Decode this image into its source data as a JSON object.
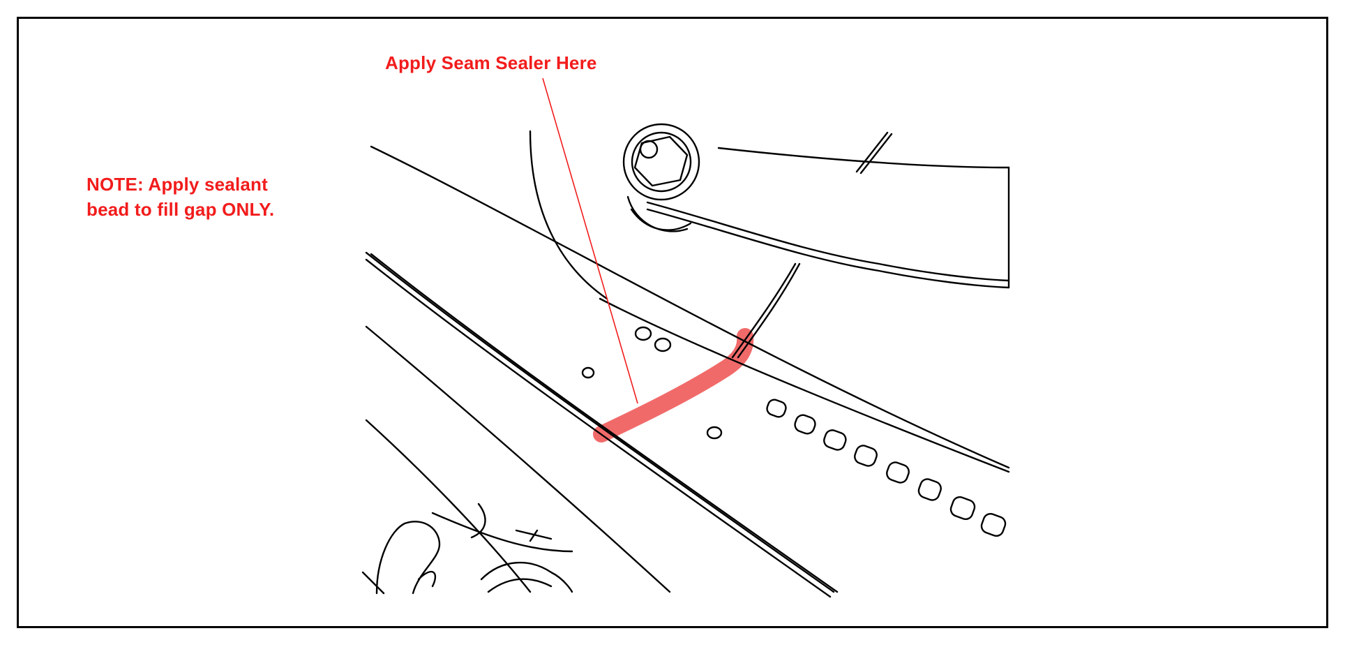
{
  "callouts": {
    "seam_sealer_label": "Apply Seam Sealer Here",
    "note_line_1": "NOTE: Apply sealant",
    "note_line_2": "bead to fill gap ONLY."
  },
  "colors": {
    "annotation": "#f21c1c",
    "highlight": "#f05a5a",
    "line_art": "#000000",
    "background": "#ffffff"
  },
  "icons": {
    "illustration": "body-seam-line-drawing"
  }
}
